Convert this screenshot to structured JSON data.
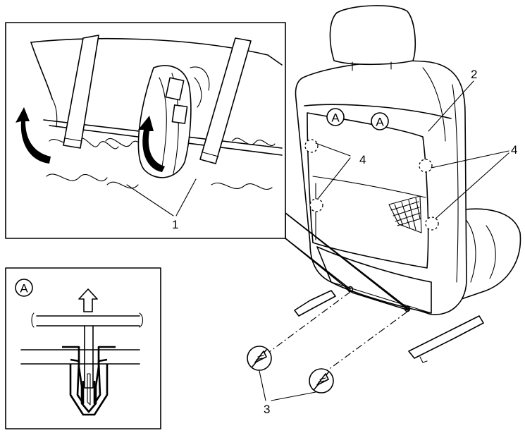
{
  "callouts": {
    "c1": "1",
    "c2": "2",
    "c3": "3",
    "c4_left": "4",
    "c4_right": "4"
  },
  "markers": {
    "detail_a": "A",
    "seat_a_1": "A",
    "seat_a_2": "A"
  },
  "colors": {
    "line": "#000000",
    "background": "#ffffff"
  },
  "icons": {
    "rotate_arrow": "curved-arrow-icon",
    "pull_arrow": "up-arrow-icon",
    "clip": "clip-icon",
    "screw": "screw-icon"
  }
}
